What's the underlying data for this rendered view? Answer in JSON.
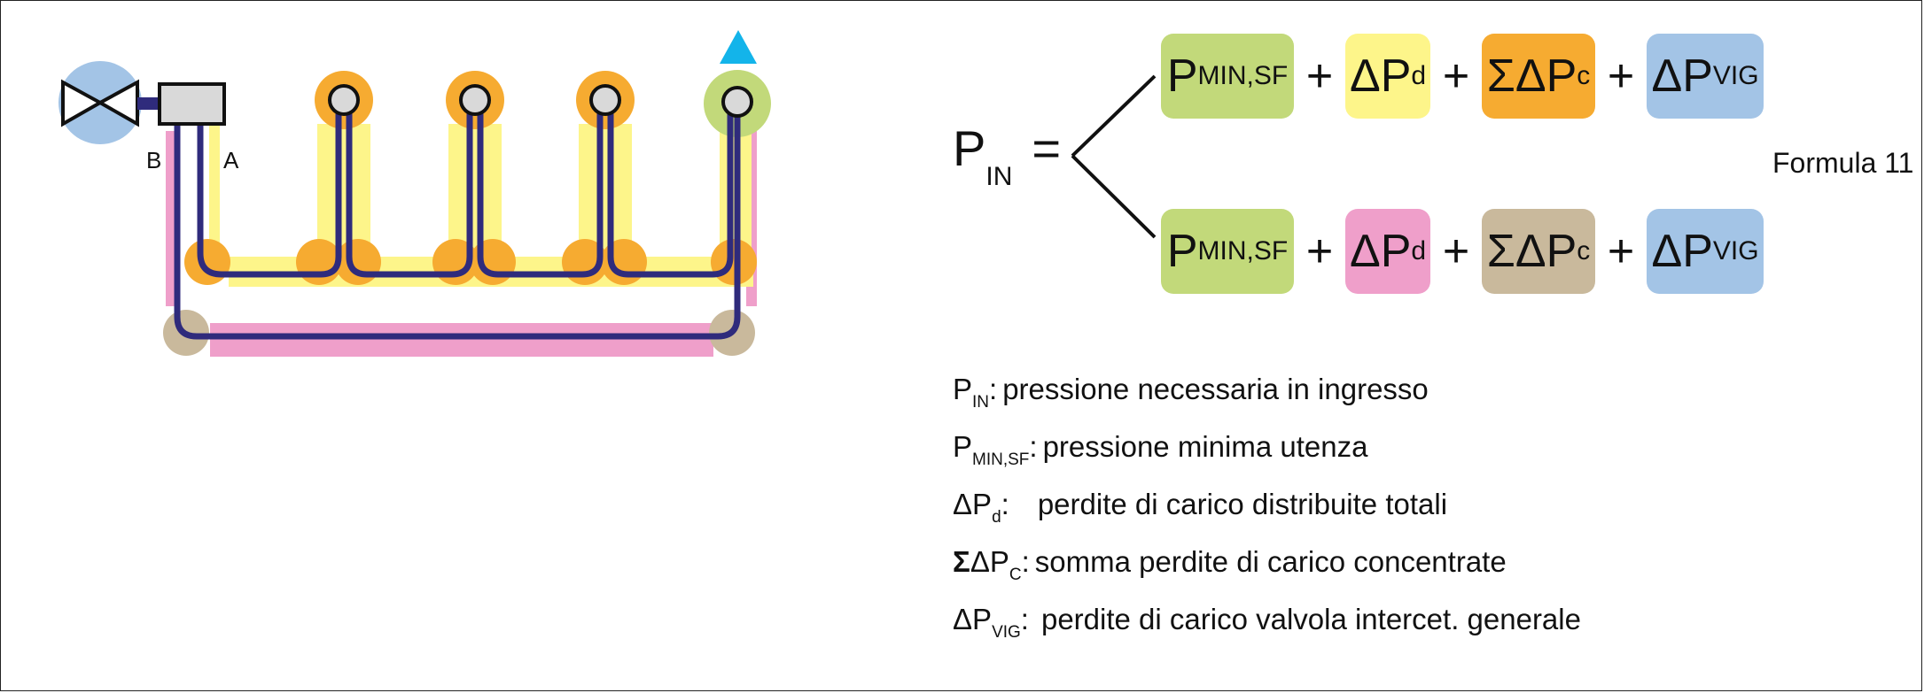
{
  "colors": {
    "green": "#c2d97a",
    "yellow": "#fdf58a",
    "orange": "#f6ab31",
    "blue": "#a3c4e6",
    "pink": "#ef9fca",
    "tan": "#c9b99c",
    "navy": "#2f2b7c",
    "cyan": "#13b4ea",
    "node_fill": "#d9d9d9"
  },
  "diagram": {
    "pipe_label_b": "B",
    "pipe_label_a": "A",
    "icons": [
      "valve-icon",
      "meter-box-icon",
      "outlet-node-icon",
      "arrow-up-icon"
    ]
  },
  "formula": {
    "lhs": {
      "main": "P",
      "sub": "IN"
    },
    "equals": "=",
    "plus": "+",
    "row1": [
      {
        "main": "P",
        "sub": "MIN,SF",
        "color": "#c2d97a"
      },
      {
        "main": "ΔP",
        "sub": "d",
        "color": "#fdf58a"
      },
      {
        "main": "ΣΔP",
        "sub": "c",
        "color": "#f6ab31"
      },
      {
        "main": "ΔP",
        "sub": "VIG",
        "color": "#a3c4e6"
      }
    ],
    "row2": [
      {
        "main": "P",
        "sub": "MIN,SF",
        "color": "#c2d97a"
      },
      {
        "main": "ΔP",
        "sub": "d",
        "color": "#ef9fca"
      },
      {
        "main": "ΣΔP",
        "sub": "c",
        "color": "#c9b99c"
      },
      {
        "main": "ΔP",
        "sub": "VIG",
        "color": "#a3c4e6"
      }
    ],
    "label": "Formula 11"
  },
  "legend": [
    {
      "sym_main": "P",
      "sym_sub": "IN",
      "sep": ":",
      "desc": "pressione necessaria in ingresso"
    },
    {
      "sym_main": "P",
      "sym_sub": "MIN,SF",
      "sep": ":",
      "desc": "pressione minima utenza"
    },
    {
      "sym_main": "ΔP",
      "sym_sub": "d",
      "sep": ":",
      "desc": "perdite di carico distribuite totali"
    },
    {
      "sym_sigma": "Σ",
      "sym_main": "ΔP",
      "sym_sub": "C",
      "sep": ":",
      "desc": "somma perdite di carico concentrate"
    },
    {
      "sym_main": "ΔP",
      "sym_sub": "VIG",
      "sep": ":",
      "desc": "perdite di carico valvola intercet. generale"
    }
  ]
}
